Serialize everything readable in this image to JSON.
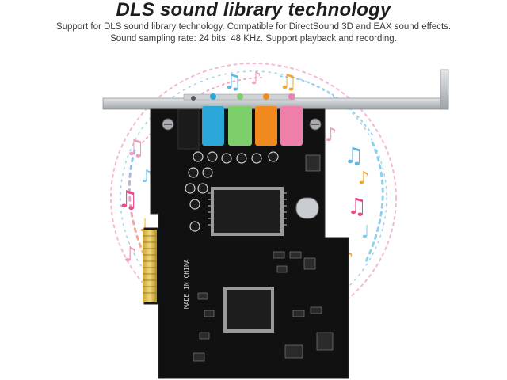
{
  "headline": "DLS sound library technology",
  "description": {
    "line1": "Support for DLS sound library technology. Compatible for DirectSound 3D and EAX sound effects.",
    "line2": "Sound sampling rate: 24 bits, 48 KHz. Support playback and recording."
  },
  "board": {
    "marking_made_in": "MADE IN CHINA",
    "jack_colors": [
      "#2aa7d8",
      "#7ccf6a",
      "#f08a1e",
      "#ee7fa8"
    ],
    "note_colors": [
      "#f09ab8",
      "#6ec1e4",
      "#f5a623",
      "#e84a8b"
    ],
    "pcb_color": "#111111",
    "bracket_color": "#bfc3c7"
  }
}
